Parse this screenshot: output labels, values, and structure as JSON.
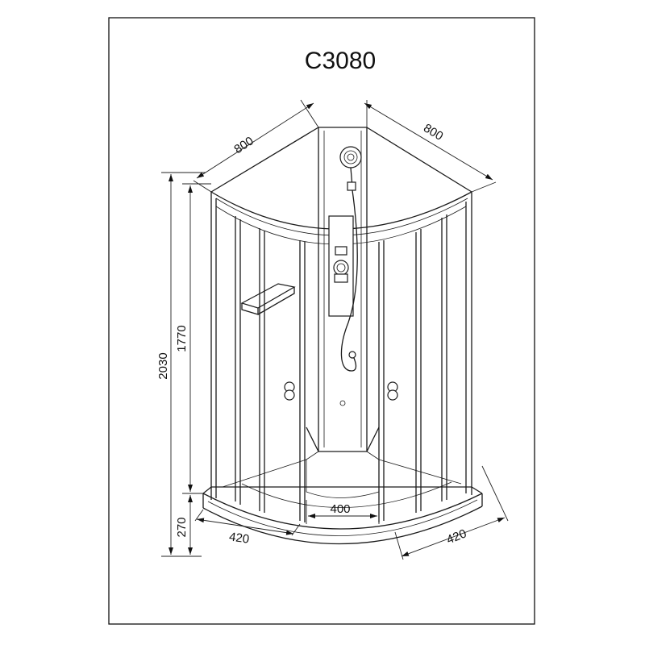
{
  "drawing": {
    "model": "C3080",
    "dimensions": {
      "width_left": "800",
      "width_right": "800",
      "total_height": "2030",
      "cabin_height": "1770",
      "tray_height": "270",
      "door_opening": "400",
      "tray_side_left": "420",
      "tray_side_right": "420"
    }
  }
}
